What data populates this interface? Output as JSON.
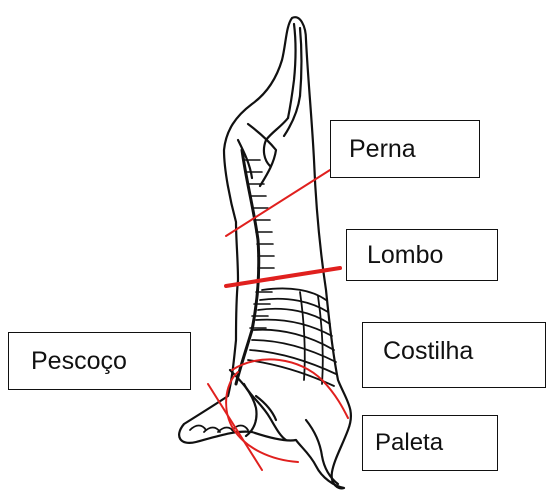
{
  "labels": {
    "perna": "Perna",
    "lombo": "Lombo",
    "costilha": "Costilha",
    "pescoco": "Pescoço",
    "paleta": "Paleta"
  },
  "colors": {
    "cut_lines": "#e0201e",
    "outline": "#111111"
  },
  "icons": {
    "carcass": "hanging-carcass-skeleton-illustration"
  }
}
